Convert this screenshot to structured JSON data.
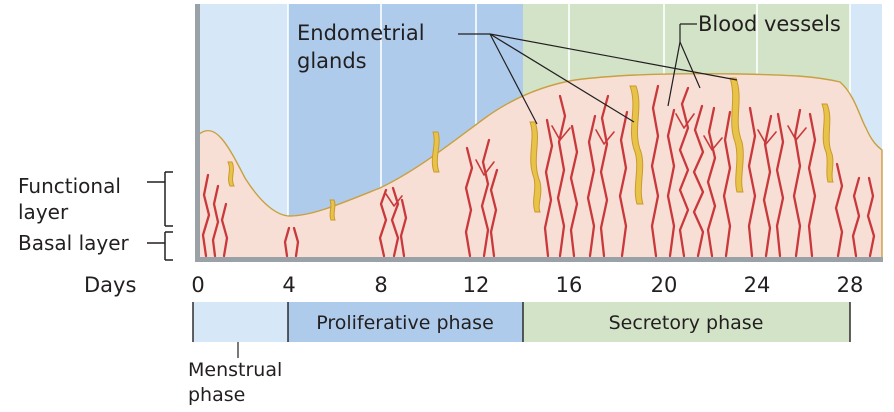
{
  "labels": {
    "endometrial_glands_line1": "Endometrial",
    "endometrial_glands_line2": "glands",
    "blood_vessels": "Blood vessels",
    "functional_layer_line1": "Functional",
    "functional_layer_line2": "layer",
    "basal_layer": "Basal layer",
    "days": "Days"
  },
  "day_ticks": [
    "0",
    "4",
    "8",
    "12",
    "16",
    "20",
    "24",
    "28"
  ],
  "phases": {
    "proliferative": "Proliferative phase",
    "secretory": "Secretory phase",
    "menstrual_line1": "Menstrual",
    "menstrual_line2": "phase"
  },
  "colors": {
    "menstrual": "#d6e8f7",
    "proliferative": "#aecbeb",
    "secretory": "#d3e3c8",
    "tissue": "#f8dfd6",
    "tissue_edge": "#c8a040",
    "vessel": "#c9393c",
    "gland": "#e8c34a",
    "gland_edge": "#c99a2c"
  }
}
